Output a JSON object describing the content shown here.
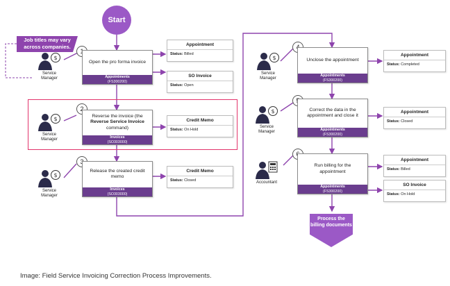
{
  "start_label": "Start",
  "note": "Job titles may vary across companies.",
  "steps": [
    {
      "number": "1",
      "text": "Open the pro forma invoice",
      "footer_title": "Appointments",
      "footer_code": "(FS300200)"
    },
    {
      "number": "2",
      "text": "Reverse the invoice (the Reverse Service Invoice command)",
      "footer_title": "Invoices",
      "footer_code": "(SO303000)"
    },
    {
      "number": "3",
      "text": "Release the created credit memo",
      "footer_title": "Invoices",
      "footer_code": "(SO303000)"
    },
    {
      "number": "4",
      "text": "Unclose the appointment",
      "footer_title": "Appointments",
      "footer_code": "(FS300200)"
    },
    {
      "number": "5",
      "text": "Correct the data in the appointment and close it",
      "footer_title": "Appointments",
      "footer_code": "(FS300200)"
    },
    {
      "number": "6",
      "text": "Run billing for the appointment",
      "footer_title": "Appointments",
      "footer_code": "(FS300200)"
    }
  ],
  "step2_text_parts": {
    "before": "Reverse the invoice (the ",
    "bold": "Reverse Service Invoice",
    "after": " command)"
  },
  "statuses": [
    {
      "title": "Appointment",
      "label": "Status:",
      "value": "Billed"
    },
    {
      "title": "SO Invoice",
      "label": "Status:",
      "value": "Open"
    },
    {
      "title": "Credit Memo",
      "label": "Status:",
      "value": "On Hold"
    },
    {
      "title": "Credit Memo",
      "label": "Status:",
      "value": "Closed"
    },
    {
      "title": "Appointment",
      "label": "Status:",
      "value": "Completed"
    },
    {
      "title": "Appointment",
      "label": "Status:",
      "value": "Closed"
    },
    {
      "title": "Appointment",
      "label": "Status:",
      "value": "Billed"
    },
    {
      "title": "SO Invoice",
      "label": "Status:",
      "value": "On Hold"
    }
  ],
  "roles": {
    "service_manager_1": "Service Manager",
    "service_manager_2": "Service Manager",
    "service_manager_3": "Service Manager",
    "service_manager_4": "Service Manager",
    "service_manager_5": "Service Manager",
    "accountant": "Accountant"
  },
  "end_label": "Process the billing documents",
  "caption": "Image: Field Service Invoicing Correction Process Improvements.",
  "colors": {
    "purple": "#6a3d8e",
    "light_purple": "#9b59c6",
    "highlight": "#e2336b",
    "line": "#8e44ad"
  }
}
